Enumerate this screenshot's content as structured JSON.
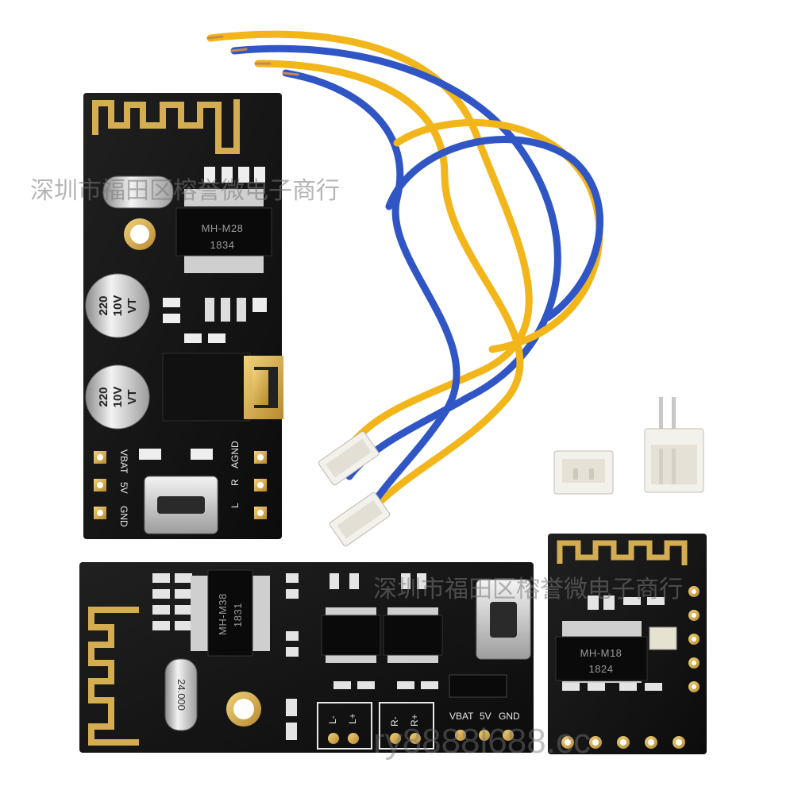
{
  "boards": {
    "m28": {
      "chip_model": "MH-M28",
      "chip_date": "1834",
      "cap1_value": "220",
      "cap1_voltage": "10V",
      "cap1_code": "VT",
      "cap2_value": "220",
      "cap2_voltage": "10V",
      "cap2_code": "VT",
      "pin_labels": [
        "VBAT",
        "5V",
        "GND"
      ],
      "audio_labels": [
        "L",
        "R",
        "AGND"
      ]
    },
    "m38": {
      "chip_model": "MH-M38",
      "chip_date": "1831",
      "crystal": "24.000",
      "pin_labels": [
        "VBAT",
        "5V",
        "GND"
      ],
      "left_labels": [
        "L-",
        "L+"
      ],
      "right_labels": [
        "R-",
        "R+"
      ]
    },
    "m18": {
      "chip_model": "MH-M18",
      "chip_date": "1824"
    }
  },
  "watermarks": {
    "top": "深圳市福田区榕誉微电子商行",
    "bottom": "深圳市福田区榕誉微电子商行",
    "bottom_en": "ry8888l688.cc"
  },
  "colors": {
    "pcb": "#141414",
    "gold": "#d4ad52",
    "wire_yellow": "#f2b51a",
    "wire_blue": "#2f56c4",
    "connector": "#f3f1ec"
  }
}
